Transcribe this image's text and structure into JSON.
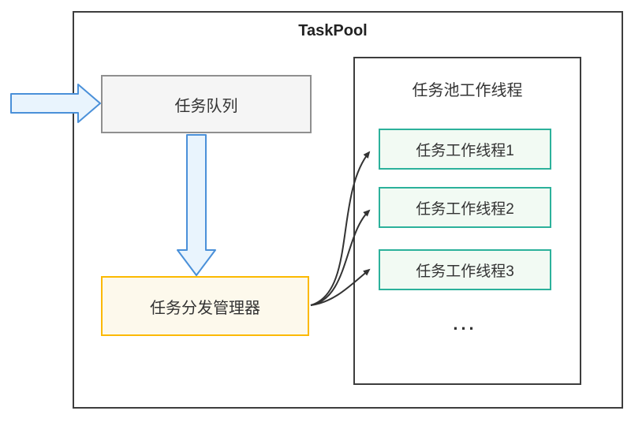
{
  "diagram": {
    "title": "TaskPool",
    "task_queue": {
      "label": "任务队列"
    },
    "dispatcher": {
      "label": "任务分发管理器"
    },
    "worker_panel": {
      "title": "任务池工作线程",
      "workers": [
        {
          "label": "任务工作线程1"
        },
        {
          "label": "任务工作线程2"
        },
        {
          "label": "任务工作线程3"
        }
      ],
      "ellipsis": "..."
    },
    "arrows": {
      "input_arrow": "block arrow entering task queue from left",
      "queue_to_dispatcher": "block arrow downward from task queue to dispatcher",
      "dispatcher_to_workers": "three curved arrows from dispatcher to worker threads"
    },
    "colors": {
      "outer_border": "#3d3d3d",
      "queue_fill": "#f5f5f5",
      "queue_border": "#8f8f8f",
      "dispatcher_fill": "#fdf9ec",
      "dispatcher_border": "#fcb900",
      "worker_fill": "#f2faf3",
      "worker_border": "#2cb19b",
      "block_arrow_fill": "#e9f4fd",
      "block_arrow_border": "#4a90d9",
      "curve_arrow": "#333333",
      "text": "#333333"
    }
  }
}
